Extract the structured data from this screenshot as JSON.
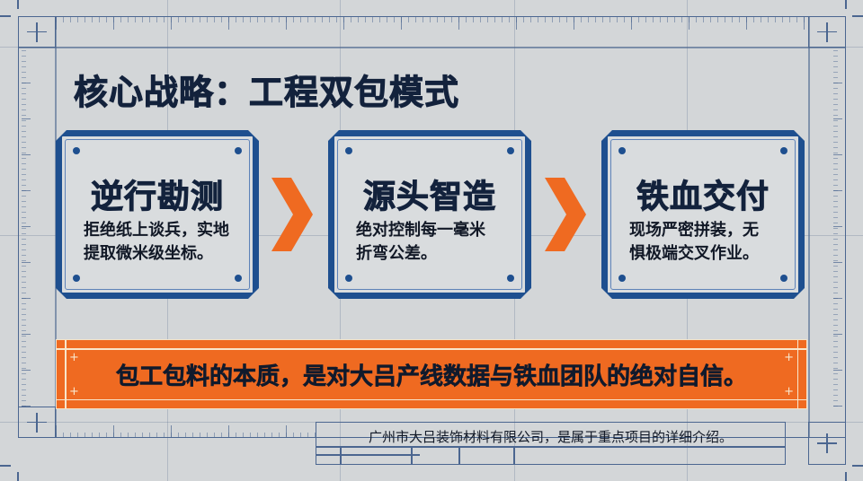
{
  "slide": {
    "title": "核心战略：工程双包模式",
    "colors": {
      "background": "#d3d6d8",
      "frame_blue": "#4b6690",
      "card_border": "#1e4f8f",
      "accent_orange": "#ef6a21",
      "text_dark": "#13223c"
    }
  },
  "cards": [
    {
      "title": "逆行勘测",
      "desc_line1": "拒绝纸上谈兵，实地",
      "desc_line2": "提取微米级坐标。"
    },
    {
      "title": "源头智造",
      "desc_line1": "绝对控制每一毫米",
      "desc_line2": "折弯公差。"
    },
    {
      "title": "铁血交付",
      "desc_line1": "现场严密拼装，无",
      "desc_line2": "惧极端交叉作业。"
    }
  ],
  "arrows": [
    {
      "icon": "chevron-right-icon"
    },
    {
      "icon": "chevron-right-icon"
    }
  ],
  "banner": {
    "text": "包工包料的本质，是对大吕产线数据与铁血团队的绝对自信。"
  },
  "title_block": {
    "text": "广州市大吕装饰材料有限公司，是属于重点项目的详细介绍。"
  }
}
